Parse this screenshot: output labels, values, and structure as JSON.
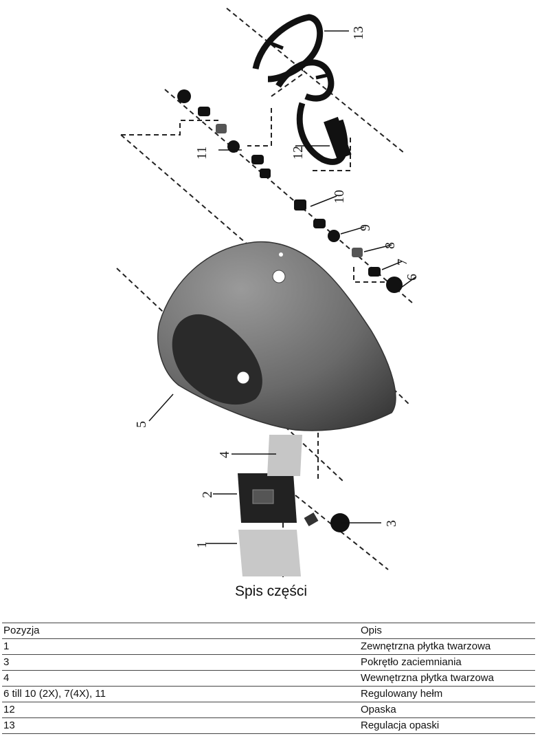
{
  "callouts": {
    "n1": "1",
    "n2": "2",
    "n3": "3",
    "n4": "4",
    "n5": "5",
    "n6": "6",
    "n7": "7",
    "n8": "8",
    "n9": "9",
    "n10": "10",
    "n11": "11",
    "n12": "12",
    "n13": "13"
  },
  "caption": "Spis części",
  "table": {
    "headers": [
      "Pozyzja",
      "Opis"
    ],
    "rows": [
      [
        "1",
        "Zewnętrzna płytka twarzowa"
      ],
      [
        "3",
        "Pokrętło zaciemniania"
      ],
      [
        "4",
        "Wewnętrzna płytka twarzowa"
      ],
      [
        "6 till 10 (2X), 7(4X), 11",
        "Regulowany hełm"
      ],
      [
        "12",
        "Opaska"
      ],
      [
        "13",
        "Regulacja opaski"
      ]
    ]
  }
}
